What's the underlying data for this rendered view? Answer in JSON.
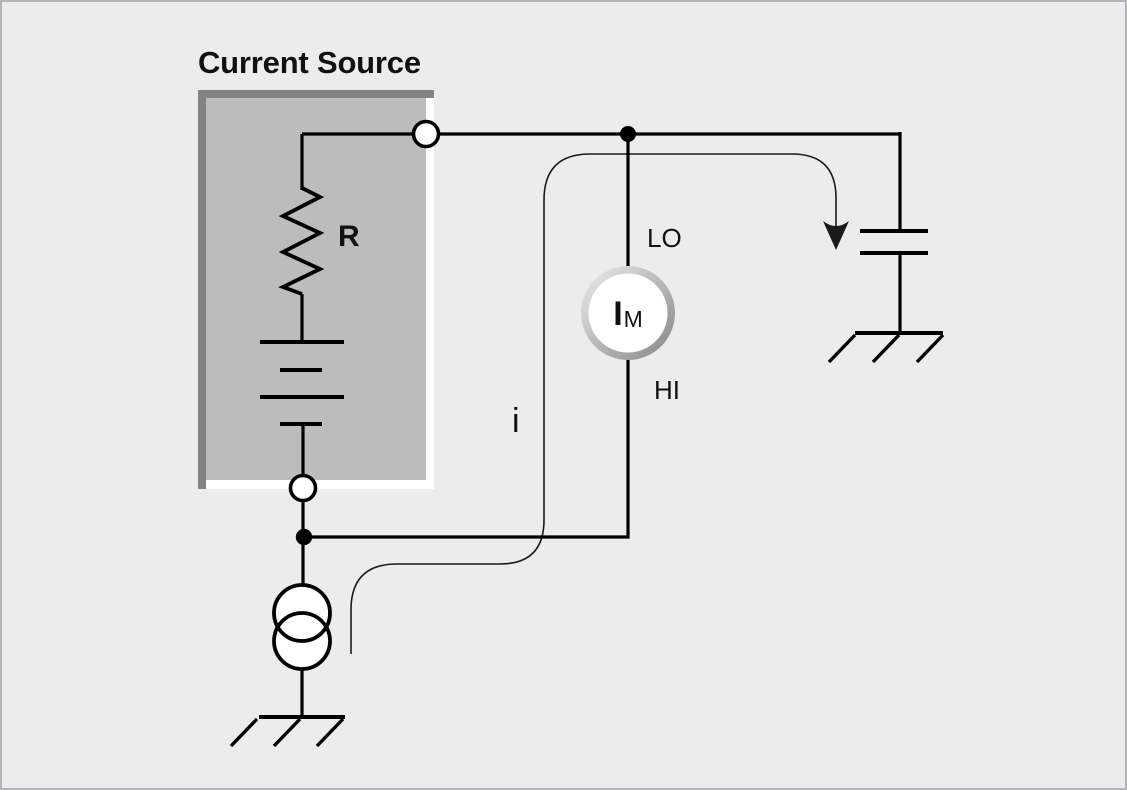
{
  "title": "Current Source",
  "labels": {
    "resistor": "R",
    "meter_lo": "LO",
    "meter_hi": "HI",
    "current_arrow": "i",
    "meter_main": "I",
    "meter_sub": "M"
  },
  "colors": {
    "background": "#ececec",
    "frame_border": "#b3b3b9",
    "box_fill": "#bcbcbc",
    "box_bevel_dark": "#838383",
    "box_bevel_light": "#ffffff",
    "wire": "#000000",
    "thin_line": "#1a1a1a",
    "meter_ring_light": "#ededed",
    "meter_ring_dark": "#858585",
    "meter_face": "#ffffff",
    "node_fill": "#000000",
    "terminal_fill": "#ffffff",
    "text_color": "#111111"
  }
}
